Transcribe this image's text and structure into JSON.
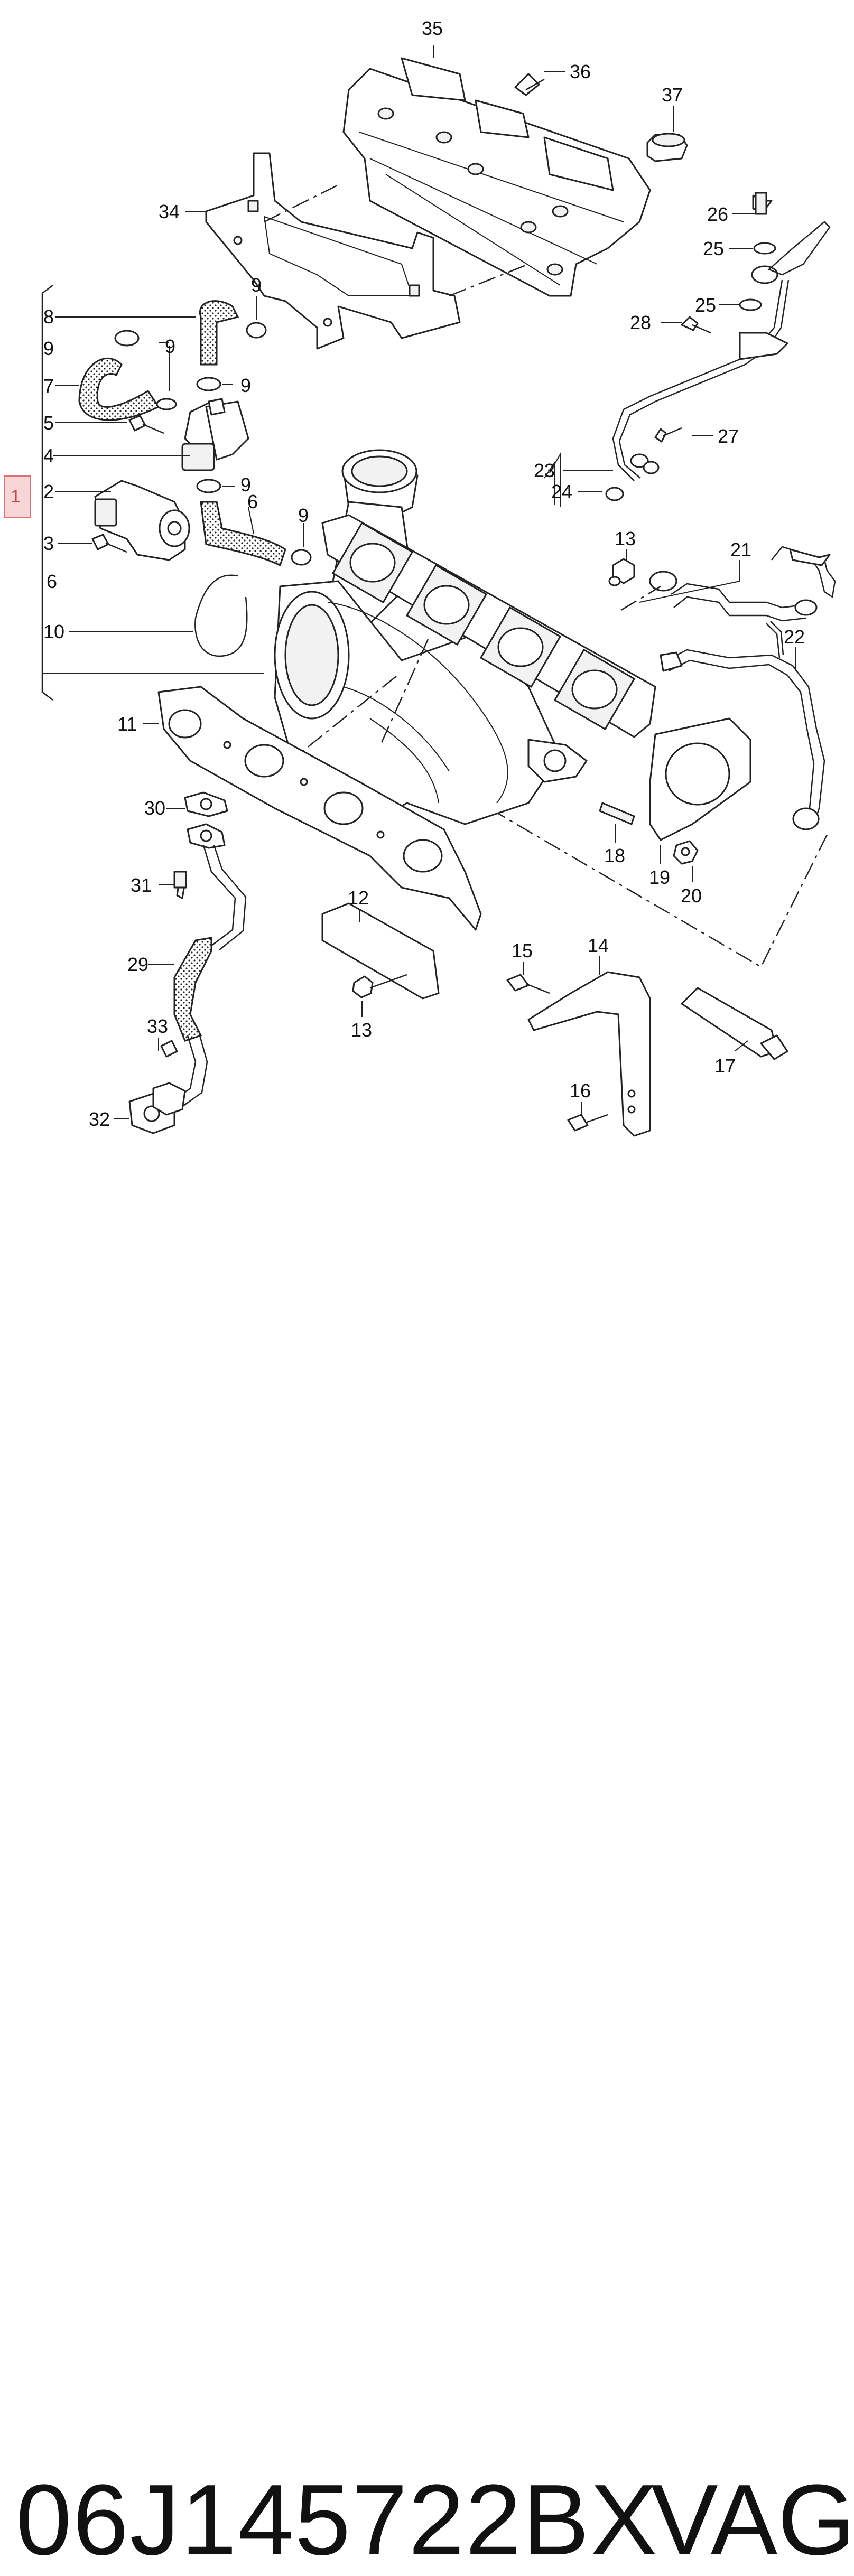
{
  "diagram": {
    "part_number": "06J145722BX",
    "brand": "VAG",
    "selected_ref": "1",
    "callouts": [
      {
        "id": "c35",
        "text": "35"
      },
      {
        "id": "c36",
        "text": "36"
      },
      {
        "id": "c37",
        "text": "37"
      },
      {
        "id": "c34",
        "text": "34"
      },
      {
        "id": "c26",
        "text": "26"
      },
      {
        "id": "c25a",
        "text": "25"
      },
      {
        "id": "c25b",
        "text": "25"
      },
      {
        "id": "c28",
        "text": "28"
      },
      {
        "id": "c9a",
        "text": "9"
      },
      {
        "id": "c8",
        "text": "8"
      },
      {
        "id": "c9b",
        "text": "9"
      },
      {
        "id": "c9c",
        "text": "9"
      },
      {
        "id": "c7",
        "text": "7"
      },
      {
        "id": "c9d",
        "text": "9"
      },
      {
        "id": "c5",
        "text": "5"
      },
      {
        "id": "c4",
        "text": "4"
      },
      {
        "id": "c2",
        "text": "2"
      },
      {
        "id": "c9e",
        "text": "9"
      },
      {
        "id": "c3",
        "text": "3"
      },
      {
        "id": "c6a",
        "text": "6"
      },
      {
        "id": "c6b",
        "text": "6"
      },
      {
        "id": "c9f",
        "text": "9"
      },
      {
        "id": "c27",
        "text": "27"
      },
      {
        "id": "c23",
        "text": "23"
      },
      {
        "id": "c24",
        "text": "24"
      },
      {
        "id": "c13a",
        "text": "13"
      },
      {
        "id": "c21",
        "text": "21"
      },
      {
        "id": "c10",
        "text": "10"
      },
      {
        "id": "c22",
        "text": "22"
      },
      {
        "id": "c11",
        "text": "11"
      },
      {
        "id": "c30",
        "text": "30"
      },
      {
        "id": "c18",
        "text": "18"
      },
      {
        "id": "c19",
        "text": "19"
      },
      {
        "id": "c20",
        "text": "20"
      },
      {
        "id": "c31",
        "text": "31"
      },
      {
        "id": "c12",
        "text": "12"
      },
      {
        "id": "c29",
        "text": "29"
      },
      {
        "id": "c15",
        "text": "15"
      },
      {
        "id": "c14",
        "text": "14"
      },
      {
        "id": "c13b",
        "text": "13"
      },
      {
        "id": "c33",
        "text": "33"
      },
      {
        "id": "c17",
        "text": "17"
      },
      {
        "id": "c16",
        "text": "16"
      },
      {
        "id": "c32",
        "text": "32"
      }
    ]
  }
}
